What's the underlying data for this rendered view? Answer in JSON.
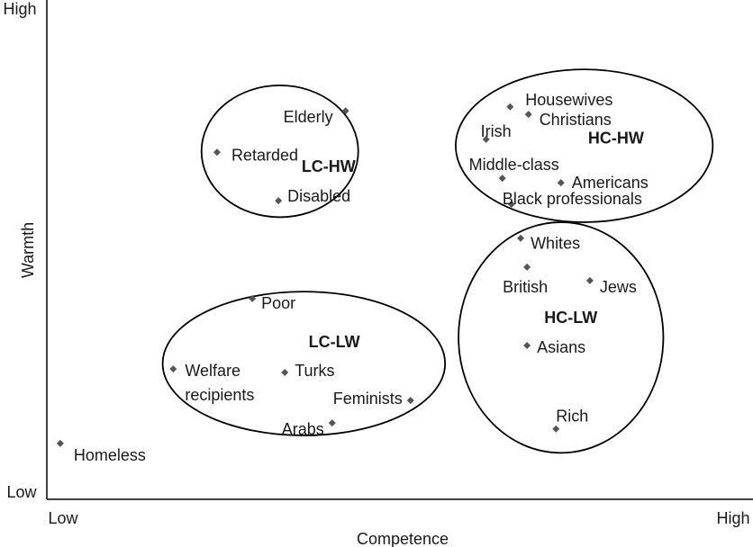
{
  "chart_data": {
    "type": "scatter",
    "title": "",
    "xlabel": "Competence",
    "ylabel": "Warmth",
    "xlim": [
      0,
      100
    ],
    "ylim": [
      0,
      100
    ],
    "x_tick_labels": {
      "low": "Low",
      "high": "High"
    },
    "y_tick_labels": {
      "low": "Low",
      "high": "High"
    },
    "grid": false,
    "points": [
      {
        "label": "Elderly",
        "x": 42.3,
        "y": 77.8
      },
      {
        "label": "Retarded",
        "x": 24.1,
        "y": 69.5
      },
      {
        "label": "Disabled",
        "x": 32.8,
        "y": 59.8
      },
      {
        "label": "Housewives",
        "x": 65.6,
        "y": 78.6
      },
      {
        "label": "Christians",
        "x": 68.2,
        "y": 77.1
      },
      {
        "label": "Irish",
        "x": 62.2,
        "y": 72.1
      },
      {
        "label": "Middle-class",
        "x": 64.5,
        "y": 64.3
      },
      {
        "label": "Americans",
        "x": 72.8,
        "y": 63.4
      },
      {
        "label": "Black professionals",
        "x": 65.8,
        "y": 59.1
      },
      {
        "label": "Whites",
        "x": 67.1,
        "y": 52.3
      },
      {
        "label": "British",
        "x": 68.0,
        "y": 46.5
      },
      {
        "label": "Jews",
        "x": 76.9,
        "y": 43.8
      },
      {
        "label": "Asians",
        "x": 68.0,
        "y": 30.8
      },
      {
        "label": "Rich",
        "x": 72.1,
        "y": 14.1
      },
      {
        "label": "Poor",
        "x": 29.1,
        "y": 40.2
      },
      {
        "label": "Welfare recipients",
        "label_lines": [
          "Welfare",
          "recipients"
        ],
        "x": 17.9,
        "y": 26.1
      },
      {
        "label": "Turks",
        "x": 33.7,
        "y": 25.4
      },
      {
        "label": "Feminists",
        "x": 51.5,
        "y": 19.8
      },
      {
        "label": "Arabs",
        "x": 40.4,
        "y": 15.3
      },
      {
        "label": "Homeless",
        "x": 1.9,
        "y": 11.2
      }
    ],
    "clusters": [
      {
        "label": "LC-HW",
        "cx": 33.0,
        "cy": 69.7,
        "rx": 11.1,
        "ry": 13.2,
        "label_x": 39.9,
        "label_y": 66.7
      },
      {
        "label": "HC-HW",
        "cx": 76.1,
        "cy": 70.8,
        "rx": 18.2,
        "ry": 15.3,
        "label_x": 80.6,
        "label_y": 72.3
      },
      {
        "label": "HC-LW",
        "cx": 72.8,
        "cy": 32.4,
        "rx": 14.5,
        "ry": 23.1,
        "label_x": 74.2,
        "label_y": 36.4
      },
      {
        "label": "LC-LW",
        "cx": 36.4,
        "cy": 27.2,
        "rx": 20.0,
        "ry": 14.4,
        "label_x": 40.7,
        "label_y": 31.5
      }
    ],
    "colors": {
      "marker": "#555555",
      "axis": "#000000",
      "text": "#1a1a1a"
    }
  }
}
